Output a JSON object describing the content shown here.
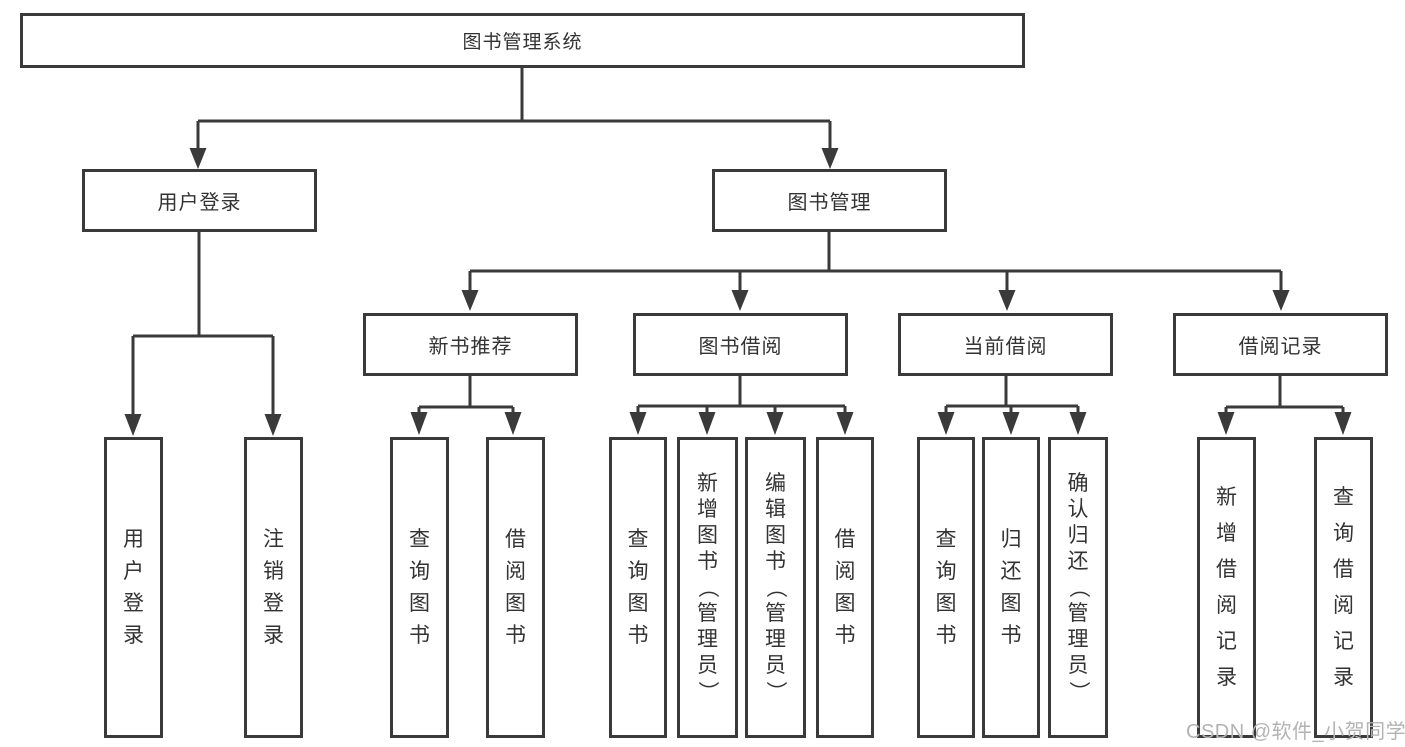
{
  "diagram": {
    "root": {
      "label": "图书管理系统"
    },
    "user_branch": {
      "label": "用户登录",
      "children": [
        {
          "label": "用户登录"
        },
        {
          "label": "注销登录"
        }
      ]
    },
    "mgmt_branch": {
      "label": "图书管理",
      "sections": [
        {
          "label": "新书推荐",
          "children": [
            {
              "label": "查询图书"
            },
            {
              "label": "借阅图书"
            }
          ]
        },
        {
          "label": "图书借阅",
          "children": [
            {
              "label": "查询图书"
            },
            {
              "label": "新增图书（管理员）"
            },
            {
              "label": "编辑图书（管理员）"
            },
            {
              "label": "借阅图书"
            }
          ]
        },
        {
          "label": "当前借阅",
          "children": [
            {
              "label": "查询图书"
            },
            {
              "label": "归还图书"
            },
            {
              "label": "确认归还（管理员）"
            }
          ]
        },
        {
          "label": "借阅记录",
          "children": [
            {
              "label": "新增借阅记录"
            },
            {
              "label": "查询借阅记录"
            }
          ]
        }
      ]
    }
  },
  "watermark": {
    "text": "CSDN @软件_小贺同学"
  },
  "colors": {
    "line": "#3a3a3a",
    "text": "#333333",
    "watermark": "#b3b3b3",
    "background": "#ffffff"
  }
}
